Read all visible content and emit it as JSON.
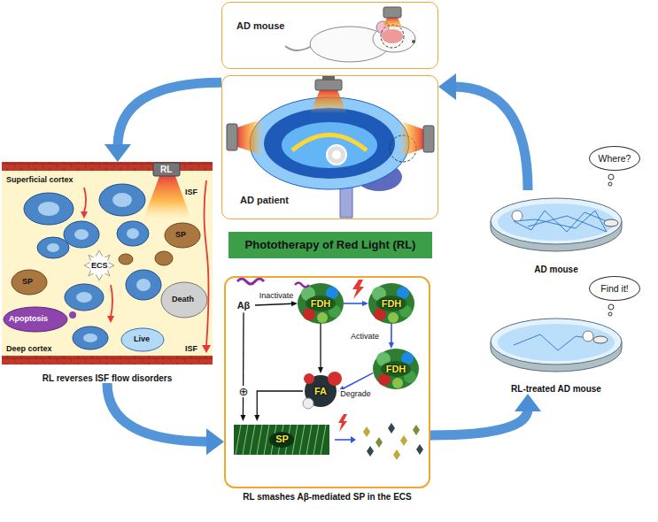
{
  "diagram": {
    "nodes": [
      {
        "text": [
          "AD mouse"
        ]
      },
      {
        "text": [
          "AD patient"
        ]
      },
      {
        "text": [
          "Phototherapy of Red Light (RL)"
        ]
      },
      {
        "text": [
          "RL reverses ISF flow disorders"
        ]
      },
      {
        "text": [
          "RL smashes Aβ-mediated SP in the ECS"
        ]
      },
      {
        "text": [
          "Aβ"
        ],
        "in": 4
      },
      {
        "text": [
          "FDH"
        ],
        "in": 4
      },
      {
        "text": [
          "FDH"
        ],
        "in": 4
      },
      {
        "text": [
          "FDH"
        ],
        "in": 4
      },
      {
        "text": [
          "FA"
        ],
        "in": 4
      },
      {
        "text": [
          "SP"
        ],
        "in": 4
      },
      {
        "text": [
          "Where?"
        ]
      },
      {
        "text": [
          "AD mouse"
        ]
      },
      {
        "text": [
          "Find it!"
        ]
      },
      {
        "text": [
          "RL-treated AD mouse"
        ]
      }
    ],
    "edges": [
      {
        "from": 1,
        "to": 3,
        "arrow": "to"
      },
      {
        "from": 3,
        "to": 4,
        "arrow": "to"
      },
      {
        "from": 4,
        "to": 14,
        "arrow": "to"
      },
      {
        "from": 12,
        "to": 1,
        "arrow": "to"
      },
      {
        "from": 5,
        "to": 6,
        "label": "Inactivate",
        "arrow": "to"
      },
      {
        "from": 6,
        "to": 7,
        "arrow": "to"
      },
      {
        "from": 7,
        "to": 8,
        "label": "Activate",
        "arrow": "to"
      },
      {
        "from": 8,
        "to": 9,
        "label": "Degrade",
        "arrow": "to"
      },
      {
        "from": 6,
        "to": 9,
        "arrow": "to"
      },
      {
        "from": 5,
        "to": 10,
        "arrow": "to"
      },
      {
        "from": 9,
        "to": 10,
        "arrow": "to"
      }
    ],
    "labels": [
      "RL",
      "Superficial cortex",
      "ISF",
      "SP",
      "ECS",
      "SP",
      "Death",
      "Apoptosis",
      "Live",
      "Deep cortex",
      "ISF",
      "⊕"
    ]
  }
}
